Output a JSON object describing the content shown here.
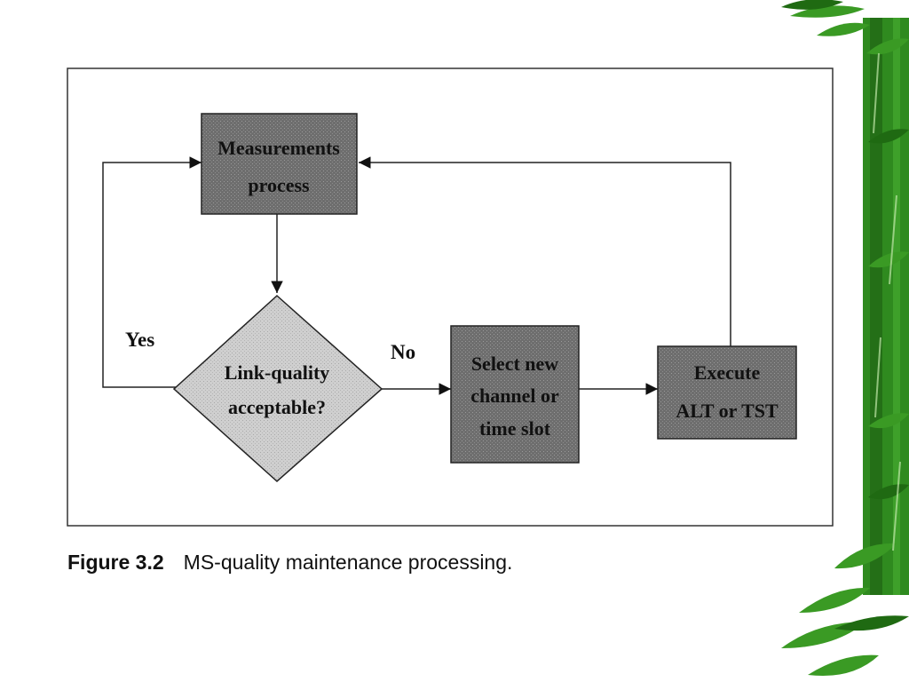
{
  "slide": {
    "figure": {
      "nodes": {
        "measurements": {
          "lines": [
            "Measurements",
            "process"
          ]
        },
        "decision": {
          "lines": [
            "Link-quality",
            "acceptable?"
          ]
        },
        "select": {
          "lines": [
            "Select new",
            "channel or",
            "time slot"
          ]
        },
        "execute": {
          "lines": [
            "Execute",
            "ALT or TST"
          ]
        }
      },
      "edge_labels": {
        "yes": "Yes",
        "no": "No"
      }
    },
    "caption": {
      "label": "Figure 3.2",
      "text": "MS-quality maintenance processing."
    },
    "colors": {
      "box_fill": "#6e6e6e",
      "diamond_fill": "#c8c8c8",
      "bamboo_green": "#2e8b1e"
    },
    "decoration": {
      "right_edge": "bamboo-leaves"
    }
  }
}
